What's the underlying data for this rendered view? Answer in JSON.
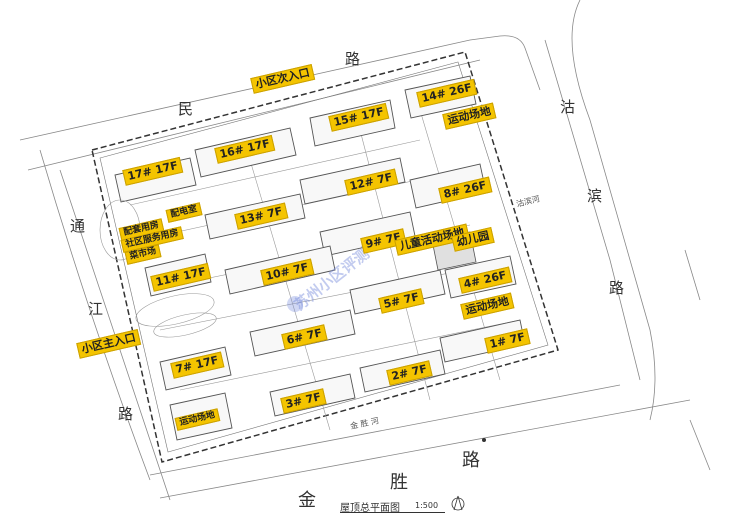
{
  "roads": {
    "north": [
      "民",
      "路"
    ],
    "east": [
      "沽",
      "滨",
      "路"
    ],
    "west": [
      "通",
      "江",
      "路"
    ],
    "south": [
      "金",
      "胜",
      "路"
    ]
  },
  "rivers": {
    "south_river": "金 胜 河",
    "east_river": "沽滨河"
  },
  "entrances": {
    "secondary": "小区次入口",
    "main": "小区主入口"
  },
  "buildings": {
    "b1": "1# 7F",
    "b2": "2# 7F",
    "b3": "3# 7F",
    "b4": "4# 26F",
    "b5": "5# 7F",
    "b6": "6# 7F",
    "b7": "7# 17F",
    "b8": "8# 26F",
    "b9": "9# 7F",
    "b10": "10# 7F",
    "b11": "11# 17F",
    "b12": "12# 7F",
    "b13": "13# 7F",
    "b14": "14# 26F",
    "b15": "15# 17F",
    "b16": "16# 17F",
    "b17": "17# 17F"
  },
  "facilities": {
    "sports_1": "运动场地",
    "sports_2": "运动场地",
    "sports_3": "运动场地",
    "activity": "儿童活动场地",
    "kindergarten": "幼儿园",
    "substation": "配电室",
    "property": "配套用房",
    "community": "社区服务用房",
    "grocery": "菜市场"
  },
  "watermark": "苏州小区评测",
  "caption": {
    "title": "屋顶总平面图",
    "scale": "1:500"
  },
  "colors": {
    "label_bg": "#f4c400",
    "line": "#555555",
    "boundary": "#333333",
    "watermark": "#7a8cdc"
  }
}
